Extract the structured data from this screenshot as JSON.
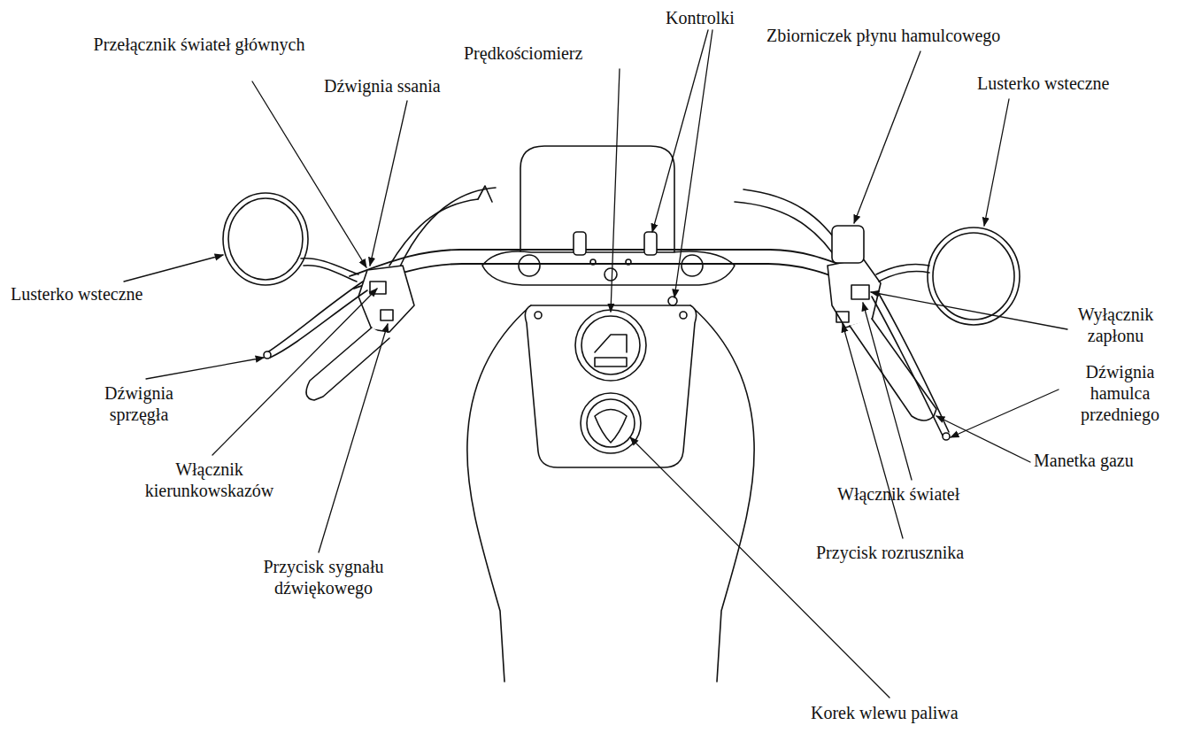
{
  "diagram": {
    "labels": [
      "Przełącznik świateł głównych",
      "Prędkościomierz",
      "Kontrolki",
      "Zbiorniczek płynu hamulcowego",
      "Dźwignia ssania",
      "Lusterko wsteczne",
      "Lusterko wsteczne",
      "Wyłącznik zapłonu",
      "Dźwignia hamulca przedniego",
      "Manetka gazu",
      "Dźwignia sprzęgła",
      "Włącznik kierunkowskazów",
      "Włącznik świateł",
      "Przycisk rozrusznika",
      "Przycisk sygnału dźwiękowego",
      "Korek wlewu paliwa"
    ]
  }
}
